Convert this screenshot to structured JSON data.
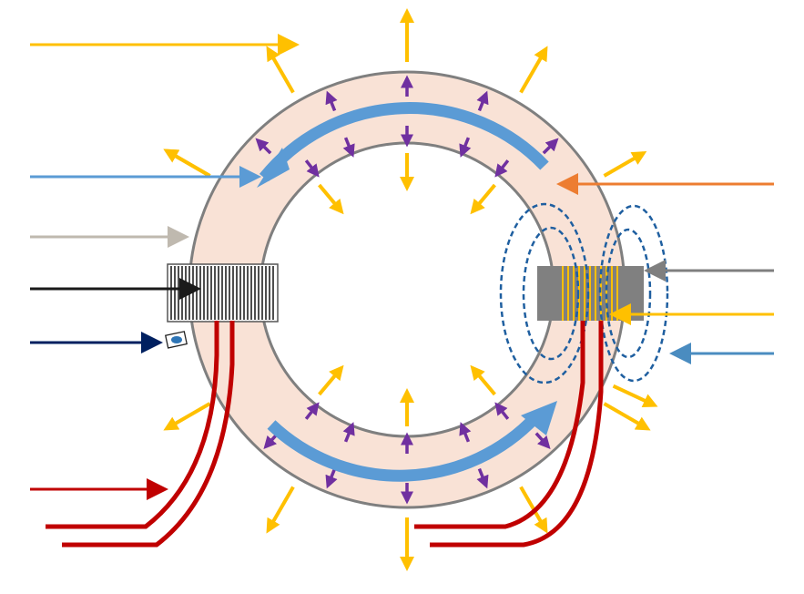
{
  "colors": {
    "ring_fill": "#f9e2d6",
    "ring_stroke": "#7f7f7f",
    "current_arrow": "#5b9bd5",
    "radial_arrow": "#ffc000",
    "small_arrow": "#7030a0",
    "wire": "#c00000",
    "field_line": "#1f5fa0",
    "pointer_yellow": "#ffc000",
    "pointer_lightblue": "#5b9bd5",
    "pointer_beige": "#bfb9af",
    "pointer_black": "#1a1a1a",
    "pointer_navy": "#002060",
    "pointer_orange": "#ed7d31",
    "pointer_gray": "#7f7f7f",
    "pointer_steelblue": "#4a8cc0",
    "core_gray": "#808080"
  },
  "icons": {
    "current_flow": "curved-arrow",
    "radiation": "straight-arrow",
    "coil": "winding",
    "gap_sensor": "hall-sensor"
  },
  "labels": {}
}
